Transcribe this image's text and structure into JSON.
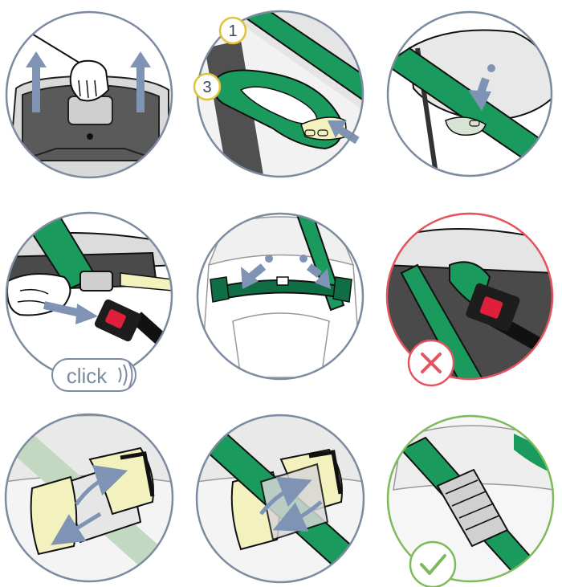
{
  "steps": [
    {
      "id": "lift-handle"
    },
    {
      "id": "route-belt-guide",
      "markers": [
        "1",
        "3"
      ]
    },
    {
      "id": "press-guide"
    },
    {
      "id": "buckle-click",
      "sound_label": "click"
    },
    {
      "id": "tighten-lap-belt"
    },
    {
      "id": "incorrect-routing",
      "status": "incorrect"
    },
    {
      "id": "open-clamp"
    },
    {
      "id": "close-clamp"
    },
    {
      "id": "correct-routing",
      "status": "correct"
    }
  ],
  "colors": {
    "ring": "#7d8ba0",
    "belt": "#1a9a5c",
    "belt_dark": "#0f6e44",
    "seat_dark": "#4a4a4a",
    "pale": "#f3f2bf",
    "arrow": "#7f93b5",
    "wrong": "#e4535f",
    "right": "#7dbb5a"
  }
}
